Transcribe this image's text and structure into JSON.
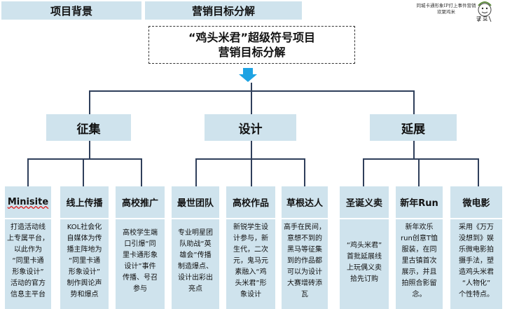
{
  "header": {
    "tab_left": "项目背景",
    "tab_right": "营销目标分解",
    "logo_text_line1": "同城卡通形象IP打上事件营销",
    "logo_text_line2": "欢聚鸡米",
    "logo_badge": "营 莫"
  },
  "title": {
    "line1": "“鸡头米君”超级符号项目",
    "line2": "营销目标分解"
  },
  "categories": [
    {
      "label": "征集"
    },
    {
      "label": "设计"
    },
    {
      "label": "延展"
    }
  ],
  "items": [
    {
      "label": "Minisite",
      "desc": "打造活动线\n上专属平台，\n以此作为\n“同里卡通\n形象设计”\n活动的官方\n信息主平台"
    },
    {
      "label": "线上传播",
      "desc": "KOL社会化\n自媒体为传\n播主阵地为\n“同里卡通\n形象设计”\n制作舆论声\n势和爆点"
    },
    {
      "label": "高校推广",
      "desc": "高校学生端\n口引爆“同\n里卡通形象\n设计”事件\n传播、号召\n参与"
    },
    {
      "label": "最世团队",
      "desc": "专业明星团\n队助战“英\n雄会”传播\n制造爆点、\n设计出彩出\n亮点"
    },
    {
      "label": "高校作品",
      "desc": "新锐学生设\n计参与，新\n生代，二次\n元，鬼马元\n素融入“鸡\n头米君”形\n象设计"
    },
    {
      "label": "草根达人",
      "desc": "高手在民间，\n意想不到的\n黑马等征集\n到的作品都\n可以为设计\n大赛增砖添\n瓦"
    },
    {
      "label": "圣诞义卖",
      "desc": "“鸡头米君”\n首批延展线\n上玩偶义卖\n拾先订购"
    },
    {
      "label": "新年Run",
      "desc": "新年欢乐\nrun创意T恤\n服装，在同\n里古镇首次\n展示，并且\n拍照合影留\n念。"
    },
    {
      "label": "微电影",
      "desc": "采用《万万\n没想到》娱\n乐微电影拍\n摄手法，塑\n造鸡头米君\n“人物化”\n个性特点。"
    }
  ],
  "colors": {
    "box_fill": "#cfe3ed",
    "connector": "#2f3f5b",
    "arrow": "#1ea3e3"
  }
}
